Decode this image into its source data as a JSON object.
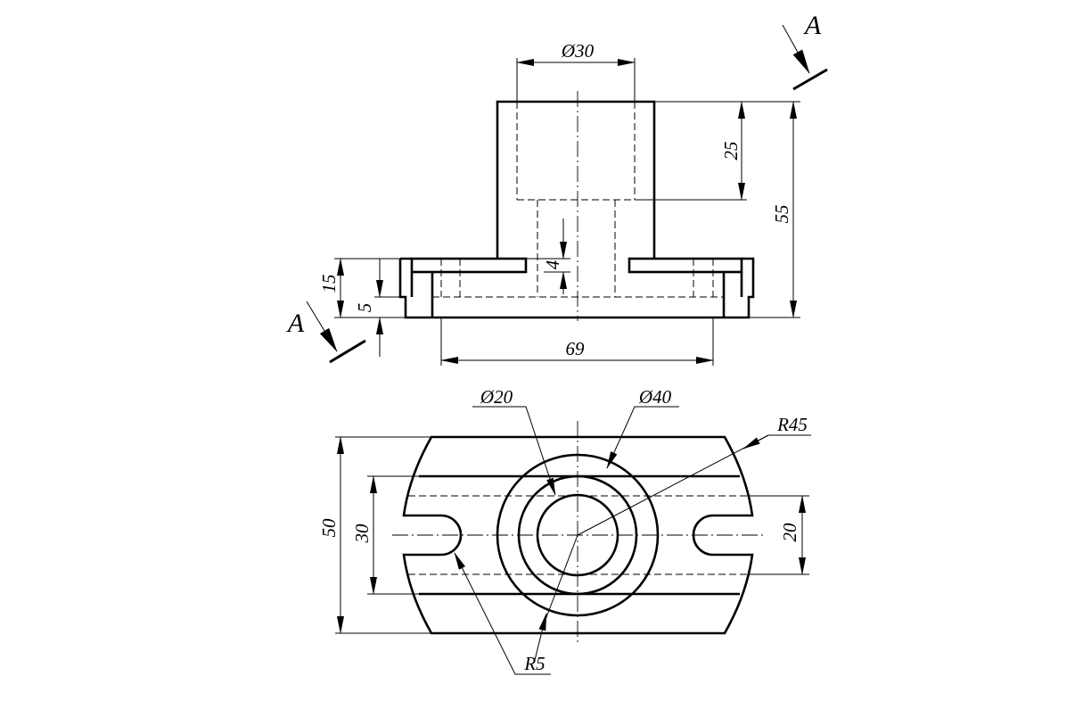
{
  "drawing": {
    "section_label": "A",
    "front_view": {
      "dim_top_diameter": "Ø30",
      "dim_recess_depth": "25",
      "dim_total_height": "55",
      "dim_groove": "4",
      "dim_flange_height": "15",
      "dim_base_height": "5",
      "dim_length": "69"
    },
    "top_view": {
      "dim_inner_diameter": "Ø20",
      "dim_outer_diameter": "Ø40",
      "dim_arc_radius": "R45",
      "dim_width": "50",
      "dim_rail_spacing": "30",
      "dim_bore_span": "20",
      "dim_slot_radius": "R5"
    }
  }
}
